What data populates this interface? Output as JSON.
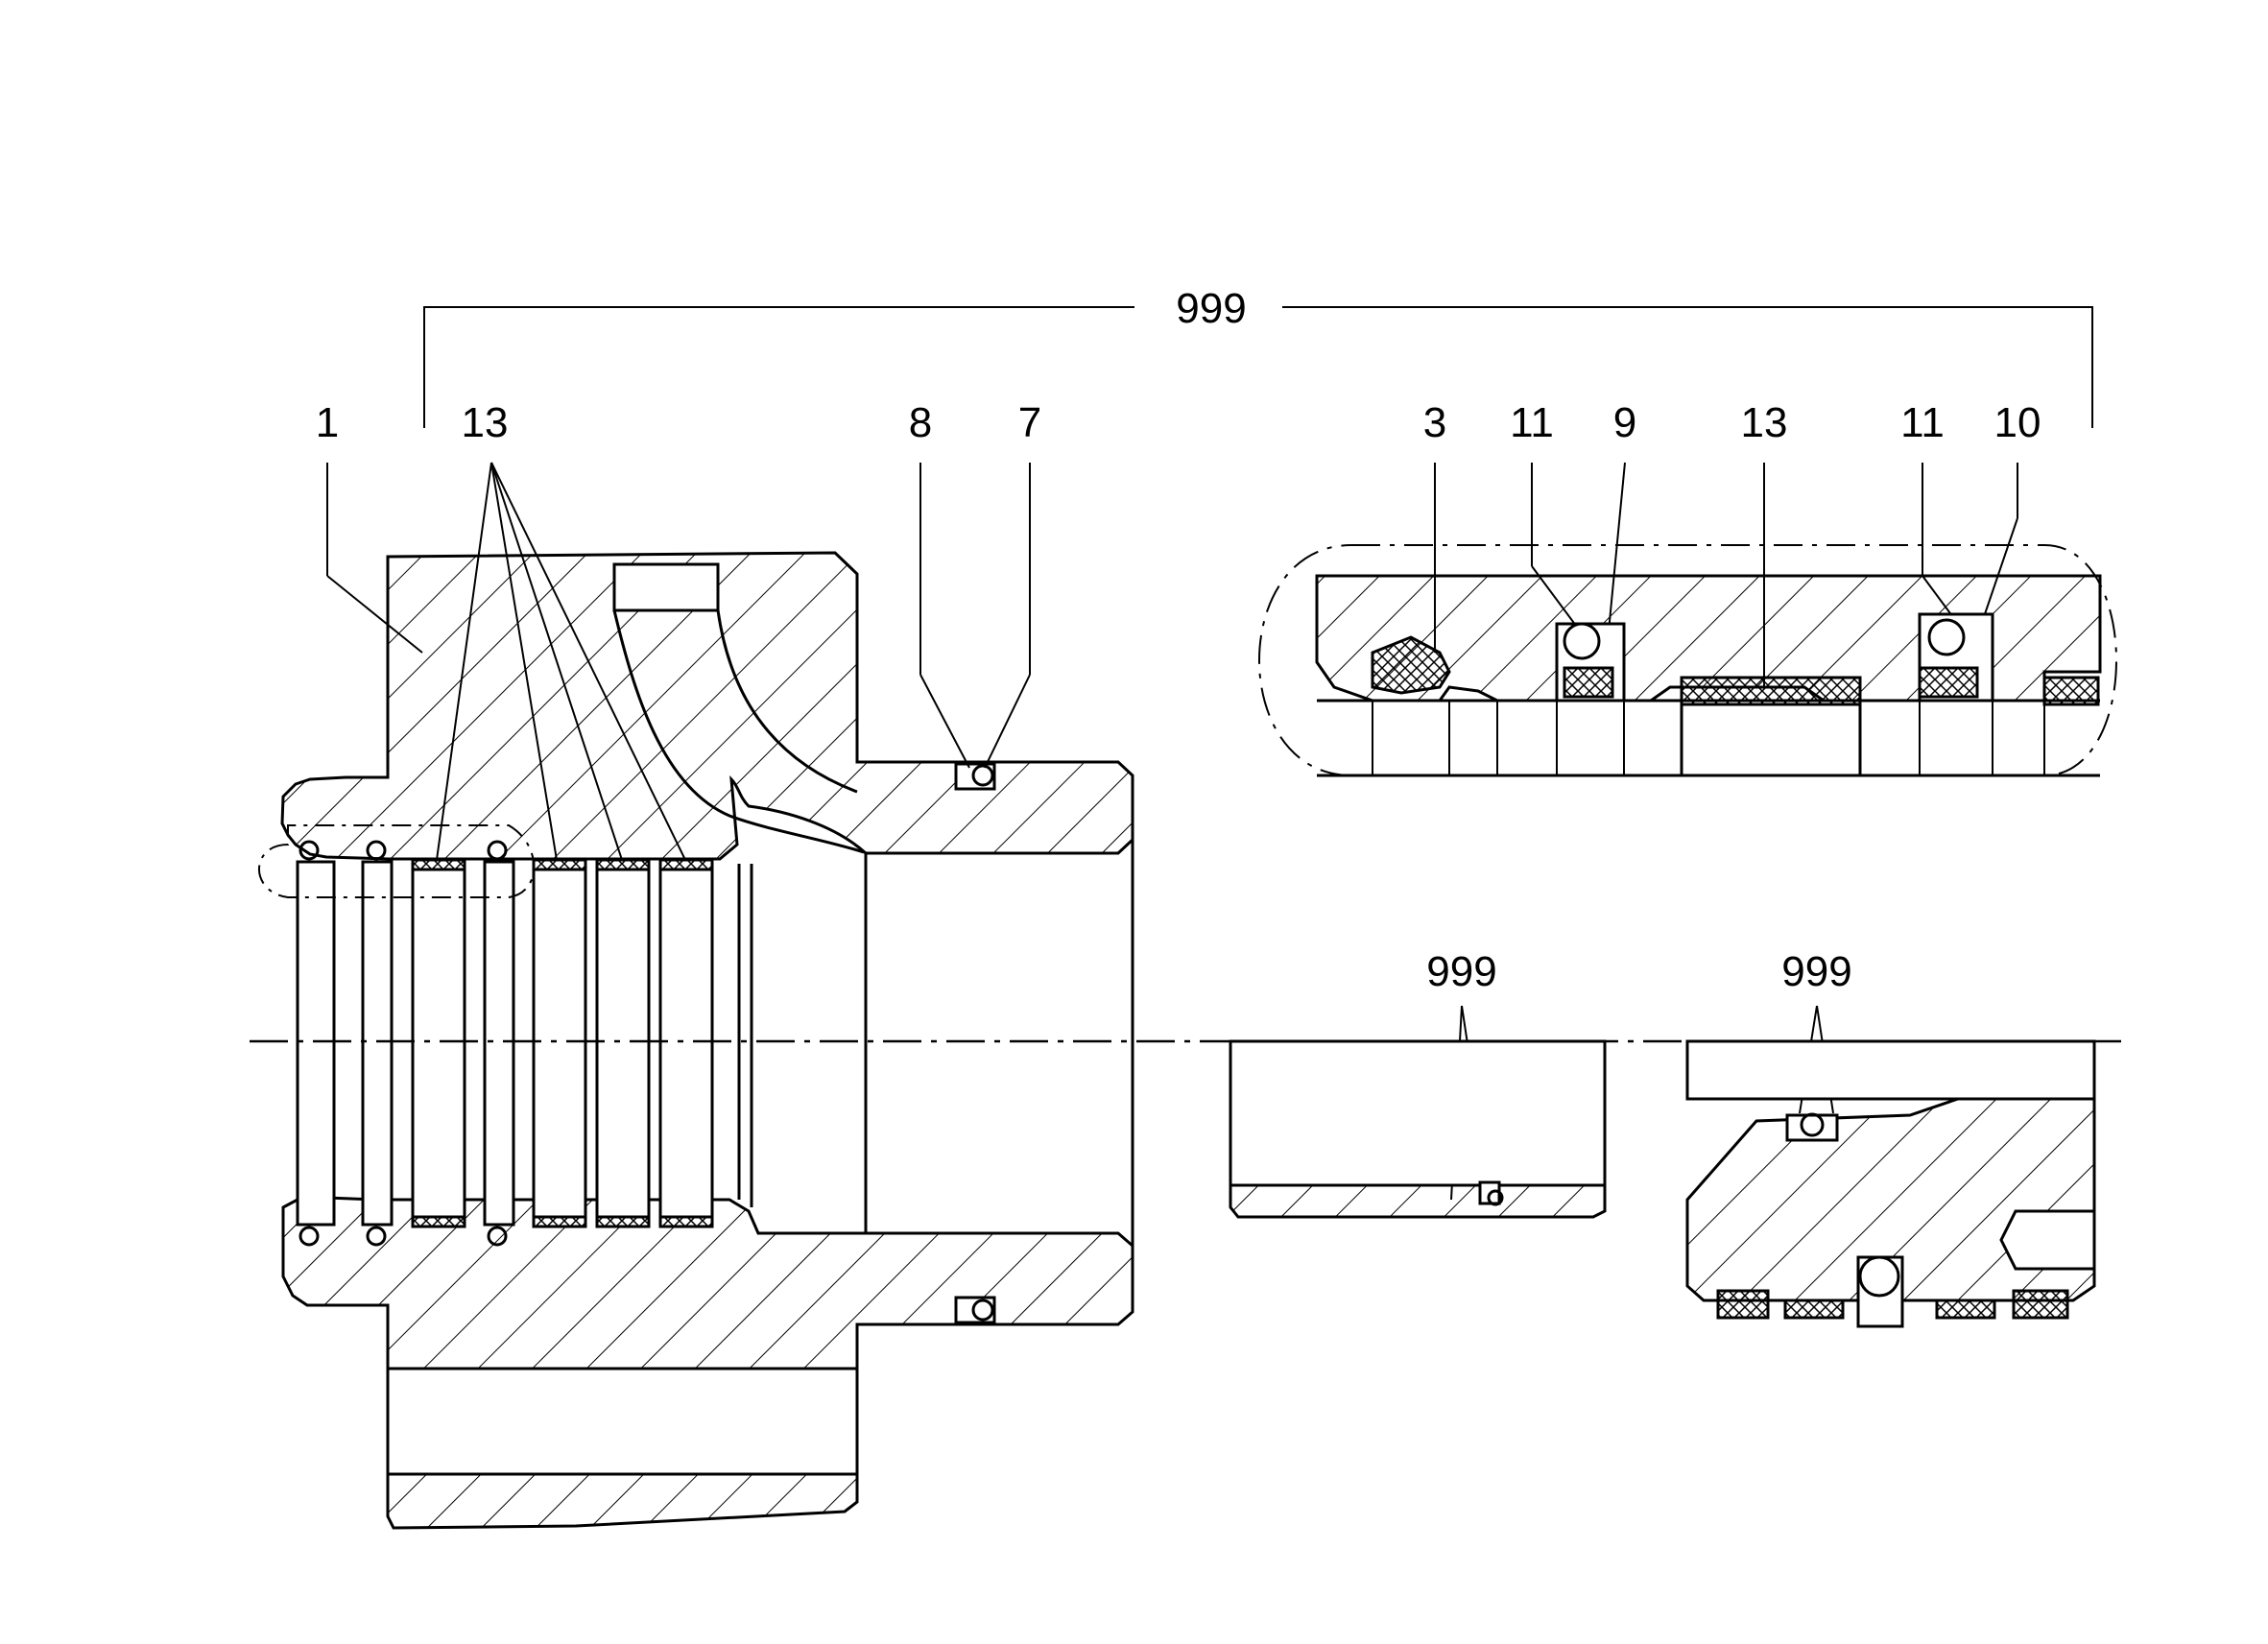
{
  "drawing": {
    "top_bracket_label": "999",
    "part_labels": {
      "p1": "1",
      "p13_main": "13",
      "p8": "8",
      "p7": "7",
      "p3": "3",
      "p11_a": "11",
      "p9": "9",
      "p13_detail": "13",
      "p11_b": "11",
      "p10": "10",
      "p999_mid": "999",
      "p999_right": "999"
    }
  }
}
